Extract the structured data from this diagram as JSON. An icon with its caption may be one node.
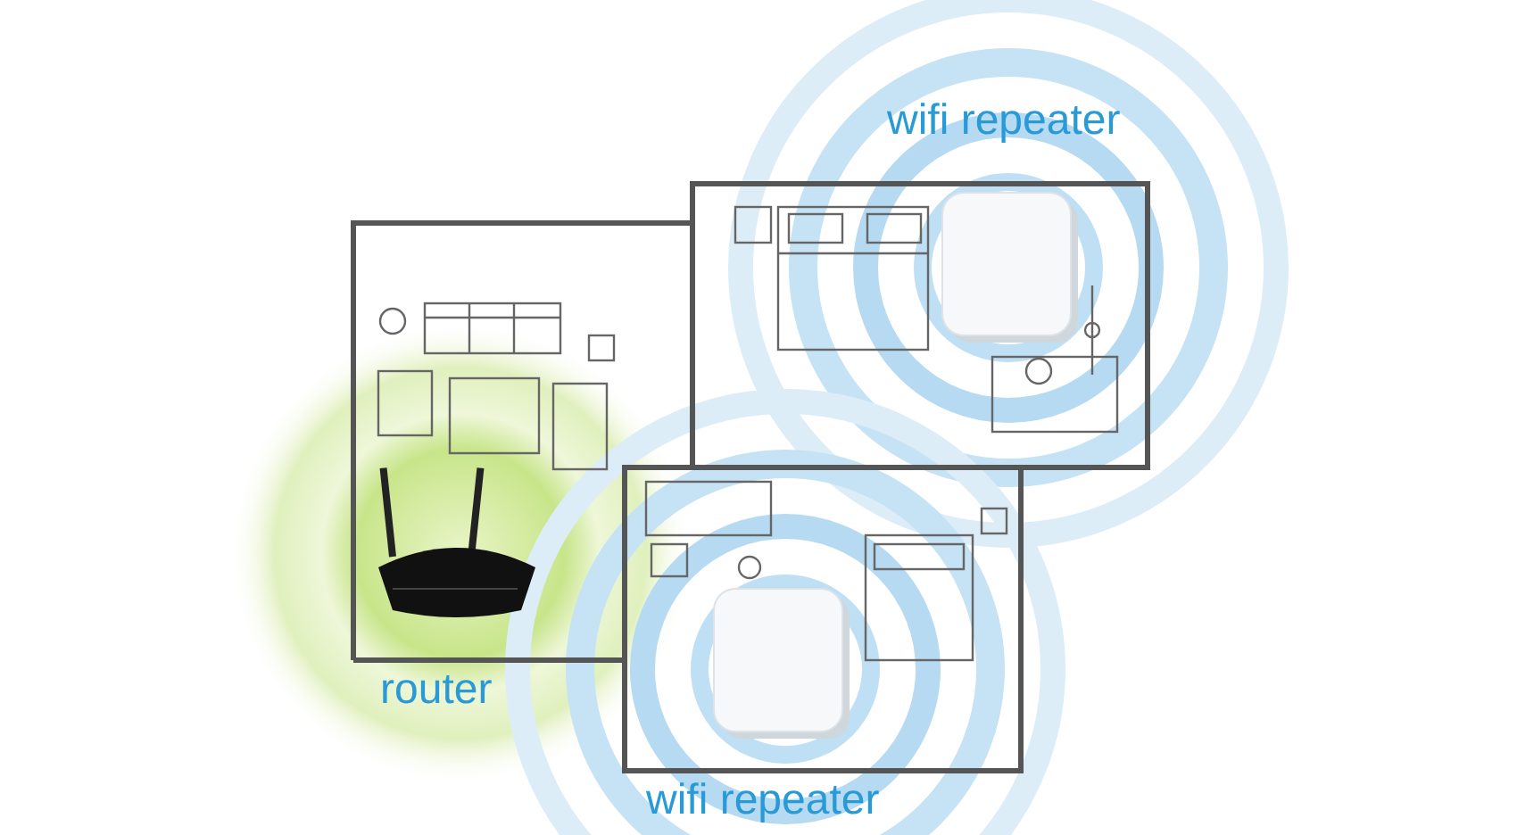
{
  "diagram": {
    "labels": [
      "wifi repeater",
      "router",
      "wifi repeater"
    ]
  }
}
